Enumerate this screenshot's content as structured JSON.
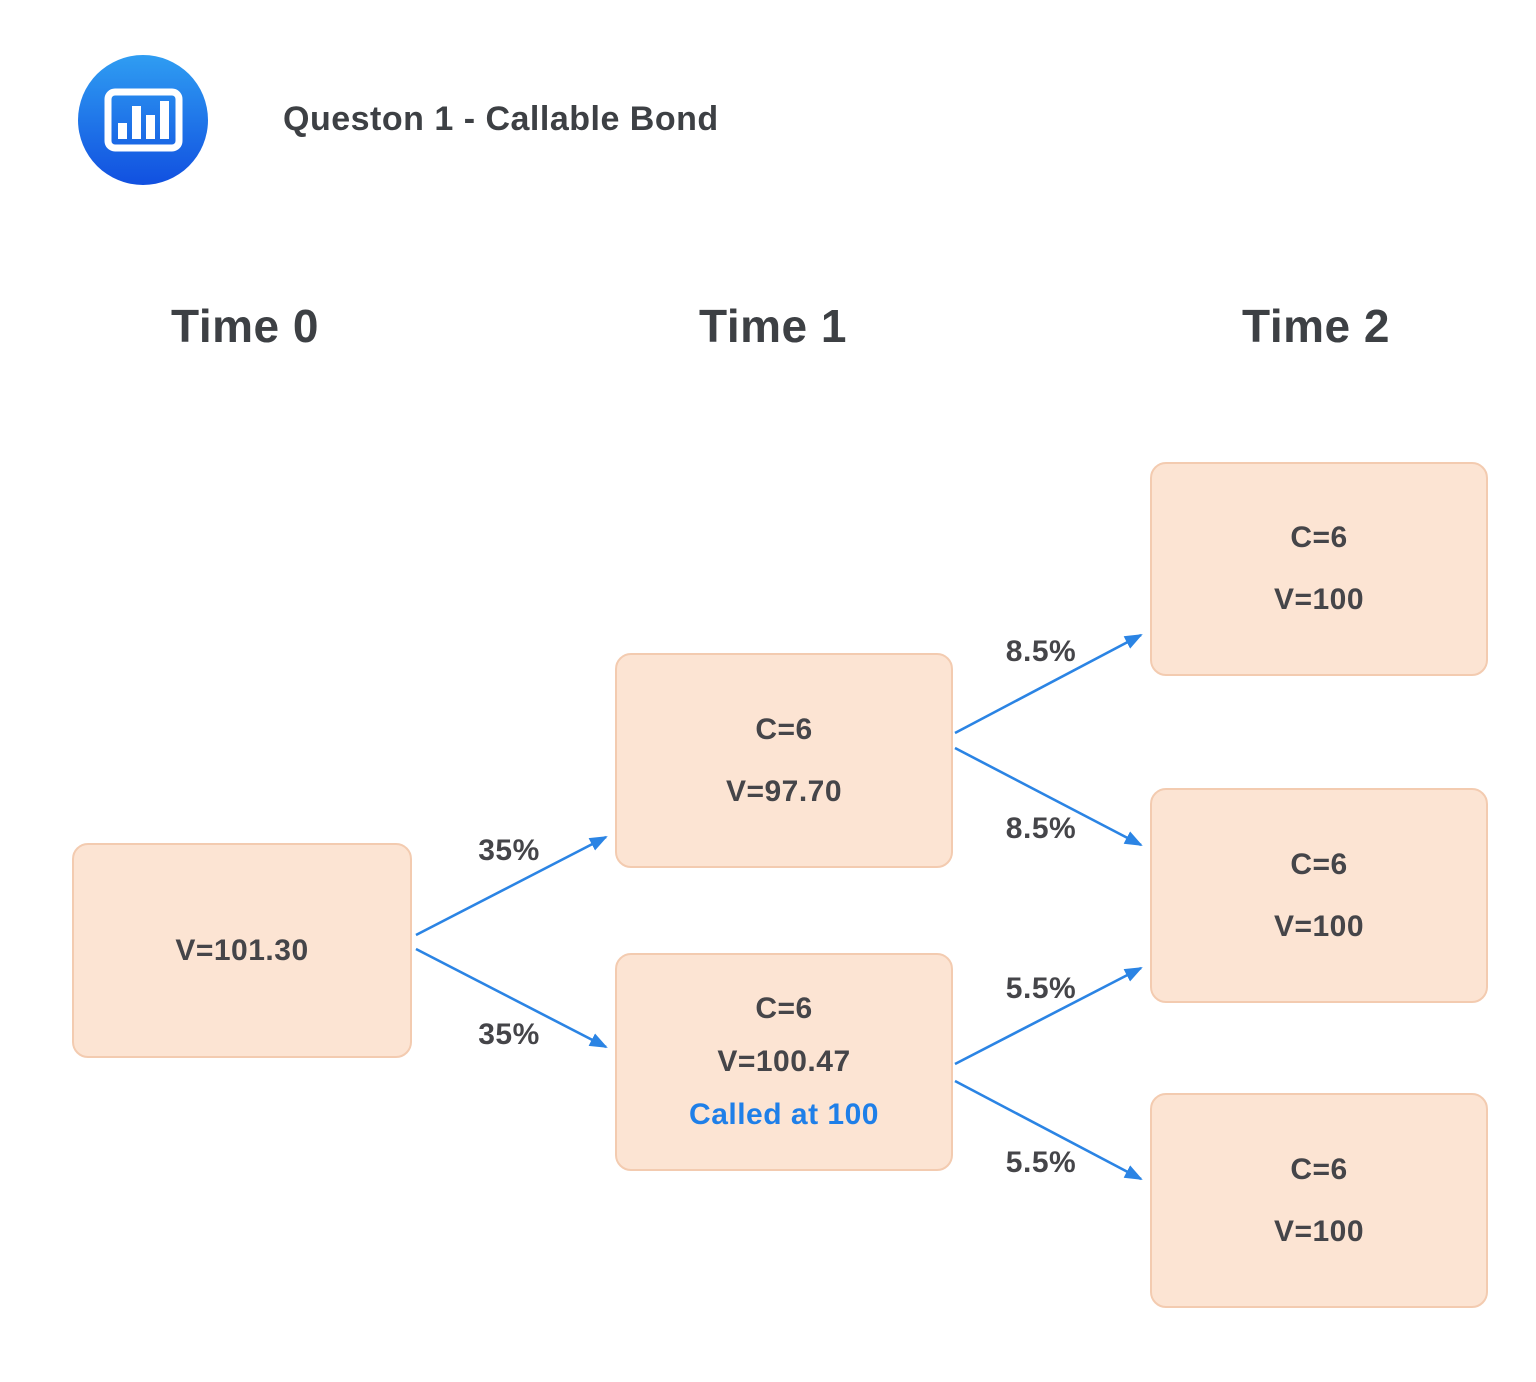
{
  "header": {
    "title": "Queston 1 - Callable Bond",
    "icon": "bar-chart-icon"
  },
  "columns": [
    {
      "id": "time0",
      "label": "Time 0"
    },
    {
      "id": "time1",
      "label": "Time 1"
    },
    {
      "id": "time2",
      "label": "Time 2"
    }
  ],
  "nodes": {
    "time0": {
      "value": "V=101.30"
    },
    "time1_upper": {
      "coupon": "C=6",
      "value": "V=97.70"
    },
    "time1_lower": {
      "coupon": "C=6",
      "value": "V=100.47",
      "note": "Called at 100"
    },
    "time2_top": {
      "coupon": "C=6",
      "value": "V=100"
    },
    "time2_middle": {
      "coupon": "C=6",
      "value": "V=100"
    },
    "time2_bottom": {
      "coupon": "C=6",
      "value": "V=100"
    }
  },
  "edges": {
    "time0_to_time1_upper": {
      "label": "35%",
      "from": "time0",
      "to": "time1_upper"
    },
    "time0_to_time1_lower": {
      "label": "35%",
      "from": "time0",
      "to": "time1_lower"
    },
    "time1_upper_to_time2_top": {
      "label": "8.5%",
      "from": "time1_upper",
      "to": "time2_top"
    },
    "time1_upper_to_time2_middle": {
      "label": "8.5%",
      "from": "time1_upper",
      "to": "time2_middle"
    },
    "time1_lower_to_time2_middle": {
      "label": "5.5%",
      "from": "time1_lower",
      "to": "time2_middle"
    },
    "time1_lower_to_time2_bottom": {
      "label": "5.5%",
      "from": "time1_lower",
      "to": "time2_bottom"
    }
  },
  "colors": {
    "edge_blue": "#2b84e4",
    "node_fill": "#fce4d3",
    "node_border": "#f3cbb0",
    "text_dark": "#454549",
    "note_blue": "#1f7fe8",
    "heading_color": "#3d4044",
    "icon_blue_top": "#2f9df2",
    "icon_blue_bottom": "#1150e0"
  }
}
